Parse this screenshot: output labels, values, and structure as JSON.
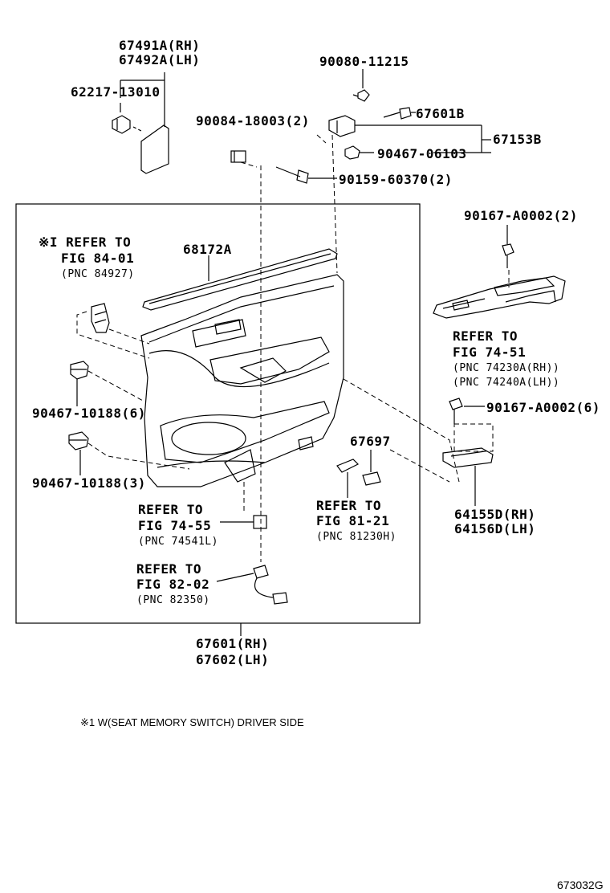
{
  "labels": {
    "p67491a": "67491A(RH)",
    "p67492a": "67492A(LH)",
    "p62217": "62217-13010",
    "p90080": "90080-11215",
    "p67601b": "67601B",
    "p90084": "90084-18003(2)",
    "p67153b": "67153B",
    "p90467_06103": "90467-06103",
    "p90159": "90159-60370(2)",
    "p90167_2": "90167-A0002(2)",
    "p68172a": "68172A",
    "p90467_10188_6": "90467-10188(6)",
    "p90167_6": "90167-A0002(6)",
    "p67697": "67697",
    "p90467_10188_3": "90467-10188(3)",
    "p64155d": "64155D(RH)",
    "p64156d": "64156D(LH)",
    "p67601": "67601(RH)",
    "p67602": "67602(LH)"
  },
  "refs": {
    "ref1_l1": "※I REFER TO",
    "ref1_l2": "FIG 84-01",
    "ref1_l3": "(PNC 84927)",
    "ref2_l1": "REFER TO",
    "ref2_l2": "FIG 74-51",
    "ref2_l3": "(PNC 74230A(RH))",
    "ref2_l4": "(PNC 74240A(LH))",
    "ref3_l1": "REFER TO",
    "ref3_l2": "FIG 74-55",
    "ref3_l3": "(PNC 74541L)",
    "ref4_l1": "REFER TO",
    "ref4_l2": "FIG 81-21",
    "ref4_l3": "(PNC 81230H)",
    "ref5_l1": "REFER TO",
    "ref5_l2": "FIG 82-02",
    "ref5_l3": "(PNC 82350)"
  },
  "footnote": "※1 W(SEAT MEMORY SWITCH) DRIVER SIDE",
  "figure_code": "673032G"
}
